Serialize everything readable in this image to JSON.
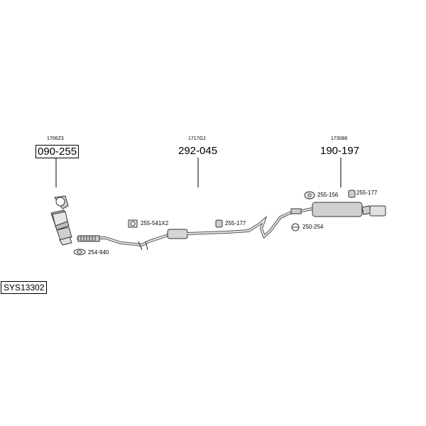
{
  "system_id": "SYS13302",
  "parts": {
    "front": {
      "code": "1706Z3",
      "number": "090-255"
    },
    "middle": {
      "code": "1717GJ",
      "number": "292-045"
    },
    "rear": {
      "code": "173086",
      "number": "190-197"
    }
  },
  "accessories": {
    "a1": "254-940",
    "a2": "255-541X2",
    "a3": "255-177",
    "a4": "255-156",
    "a5": "255-177",
    "a6": "250-254"
  }
}
